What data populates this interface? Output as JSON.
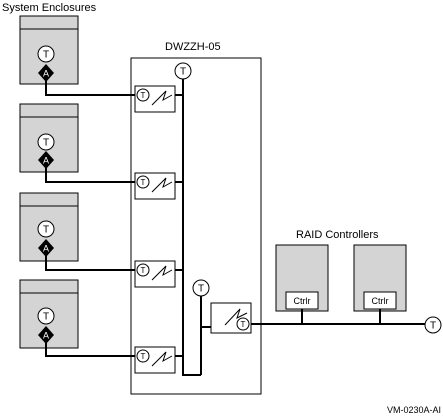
{
  "labels": {
    "system_enclosures": "System Enclosures",
    "hub": "DWZZH-05",
    "raid_controllers": "RAID Controllers",
    "figure_id": "VM-0230A-AI"
  },
  "terminator_letter": "T",
  "adapter_letter": "A",
  "controller_label": "Ctrlr",
  "enclosure_count": 4,
  "controller_count": 2,
  "colors": {
    "enclosure_fill": "#d4d4d4",
    "line": "#000000",
    "background": "#ffffff"
  }
}
